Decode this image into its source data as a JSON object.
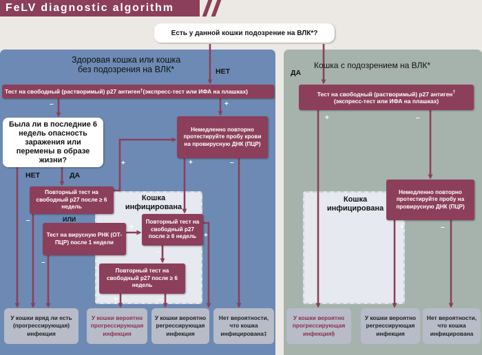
{
  "title": "FeLV diagnostic algorithm",
  "top_question": "Есть у данной кошки подозрение на ВЛК*?",
  "left_panel": {
    "heading_line1": "Здоровая кошка или кошка",
    "heading_line2": "без подозрения на ВЛК*",
    "branch_label": "НЕТ",
    "p27_test": "Тест на свободный (растворимый) p27 антиген",
    "p27_test_mark": "†",
    "p27_test_tail": "(экспресс-тест или ИФА на плашках)",
    "exposure_question": "Была ли в последние 6 недель опасность заражения или перемены в образе жизни?",
    "no_label": "НЕТ",
    "yes_label": "ДА",
    "repeat_p27_6w": "Повторный тест на свободный p27 после ≥ 6 недель",
    "or_label": "ИЛИ",
    "rna_test": "Тест на вирусную РНК (ОТ-ПЦР) после 1 недели",
    "immediate_pcr": "Немедленно повторно протестируйте пробу крови на провирусную ДНК (ПЦР)",
    "infected_label": "Кошка инфицирована",
    "repeat_p27_6w_b": "Повторный тест на свободный p27 после ≥ 6 недель",
    "repeat_p27_6w_c": "Повторный тест на свободный p27 после ≥ 6 недель",
    "results": [
      "У кошки вряд ли есть (прогрессирующая) инфекция",
      "У кошки вероятно прогрессирующая инфекция",
      "У кошки вероятно регрессирующая инфекция",
      "Нет вероятности, что кошка инфицирована‡"
    ]
  },
  "right_panel": {
    "heading": "Кошка с подозрением на ВЛК*",
    "branch_label": "ДА",
    "p27_test": "Тест на свободный (растворимый) p27 антиген",
    "p27_test_mark": "†",
    "p27_test_tail": "(экспресс-тест или ИФА на плашках)",
    "immediate_pcr": "Немедленно повторно протестируйте пробу на провирусную ДНК (ПЦР)",
    "infected_label": "Кошка инфицирована",
    "results": [
      "У кошки вероятно прогрессирующая инфекция§",
      "У кошки вероятно регрессирующая инфекция",
      "Нет вероятности, что кошка инфицирована"
    ]
  },
  "signs": {
    "plus": "+",
    "minus": "–"
  },
  "colors": {
    "node": "#8c3f5a",
    "left_panel": "#6d8ab4",
    "right_panel": "#a6b3ad",
    "result_box": "#b7bcc8",
    "background": "#ece9e4"
  }
}
